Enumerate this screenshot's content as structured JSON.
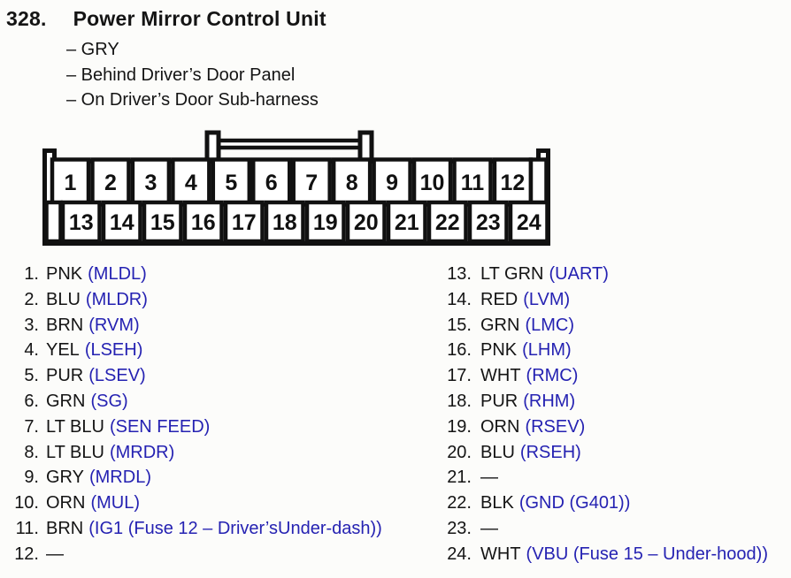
{
  "colors": {
    "background": "#fcfcfa",
    "text": "#141414",
    "signal_blue": "#2522b2",
    "line_black": "#111111"
  },
  "header": {
    "number": "328.",
    "title": "Power Mirror Control Unit",
    "bullets": [
      "– GRY",
      "– Behind Driver’s Door Panel",
      "– On Driver’s Door Sub-harness"
    ]
  },
  "connector": {
    "top_row_pins": [
      "1",
      "2",
      "3",
      "4",
      "5",
      "6",
      "7",
      "8",
      "9",
      "10",
      "11",
      "12"
    ],
    "bottom_row_pins": [
      "13",
      "14",
      "15",
      "16",
      "17",
      "18",
      "19",
      "20",
      "21",
      "22",
      "23",
      "24"
    ]
  },
  "pin_list": {
    "left": [
      {
        "num": "1.",
        "color": "PNK",
        "signal": "(MLDL)"
      },
      {
        "num": "2.",
        "color": "BLU",
        "signal": "(MLDR)"
      },
      {
        "num": "3.",
        "color": "BRN",
        "signal": "(RVM)"
      },
      {
        "num": "4.",
        "color": "YEL",
        "signal": "(LSEH)"
      },
      {
        "num": "5.",
        "color": "PUR",
        "signal": "(LSEV)"
      },
      {
        "num": "6.",
        "color": "GRN",
        "signal": "(SG)"
      },
      {
        "num": "7.",
        "color": "LT BLU",
        "signal": "(SEN FEED)"
      },
      {
        "num": "8.",
        "color": "LT BLU",
        "signal": "(MRDR)"
      },
      {
        "num": "9.",
        "color": "GRY",
        "signal": "(MRDL)"
      },
      {
        "num": "10.",
        "color": "ORN",
        "signal": "(MUL)"
      },
      {
        "num": "11.",
        "color": "BRN",
        "signal": "(IG1 (Fuse 12 – Driver’sUnder-dash))"
      },
      {
        "num": "12.",
        "color": "—",
        "signal": ""
      }
    ],
    "right": [
      {
        "num": "13.",
        "color": "LT GRN",
        "signal": "(UART)"
      },
      {
        "num": "14.",
        "color": "RED",
        "signal": "(LVM)"
      },
      {
        "num": "15.",
        "color": "GRN",
        "signal": "(LMC)"
      },
      {
        "num": "16.",
        "color": "PNK",
        "signal": "(LHM)"
      },
      {
        "num": "17.",
        "color": "WHT",
        "signal": "(RMC)"
      },
      {
        "num": "18.",
        "color": "PUR",
        "signal": "(RHM)"
      },
      {
        "num": "19.",
        "color": "ORN",
        "signal": "(RSEV)"
      },
      {
        "num": "20.",
        "color": "BLU",
        "signal": "(RSEH)"
      },
      {
        "num": "21.",
        "color": "—",
        "signal": ""
      },
      {
        "num": "22.",
        "color": "BLK",
        "signal": "(GND (G401))"
      },
      {
        "num": "23.",
        "color": "—",
        "signal": ""
      },
      {
        "num": "24.",
        "color": "WHT",
        "signal": "(VBU (Fuse 15 – Under-hood))"
      }
    ]
  }
}
